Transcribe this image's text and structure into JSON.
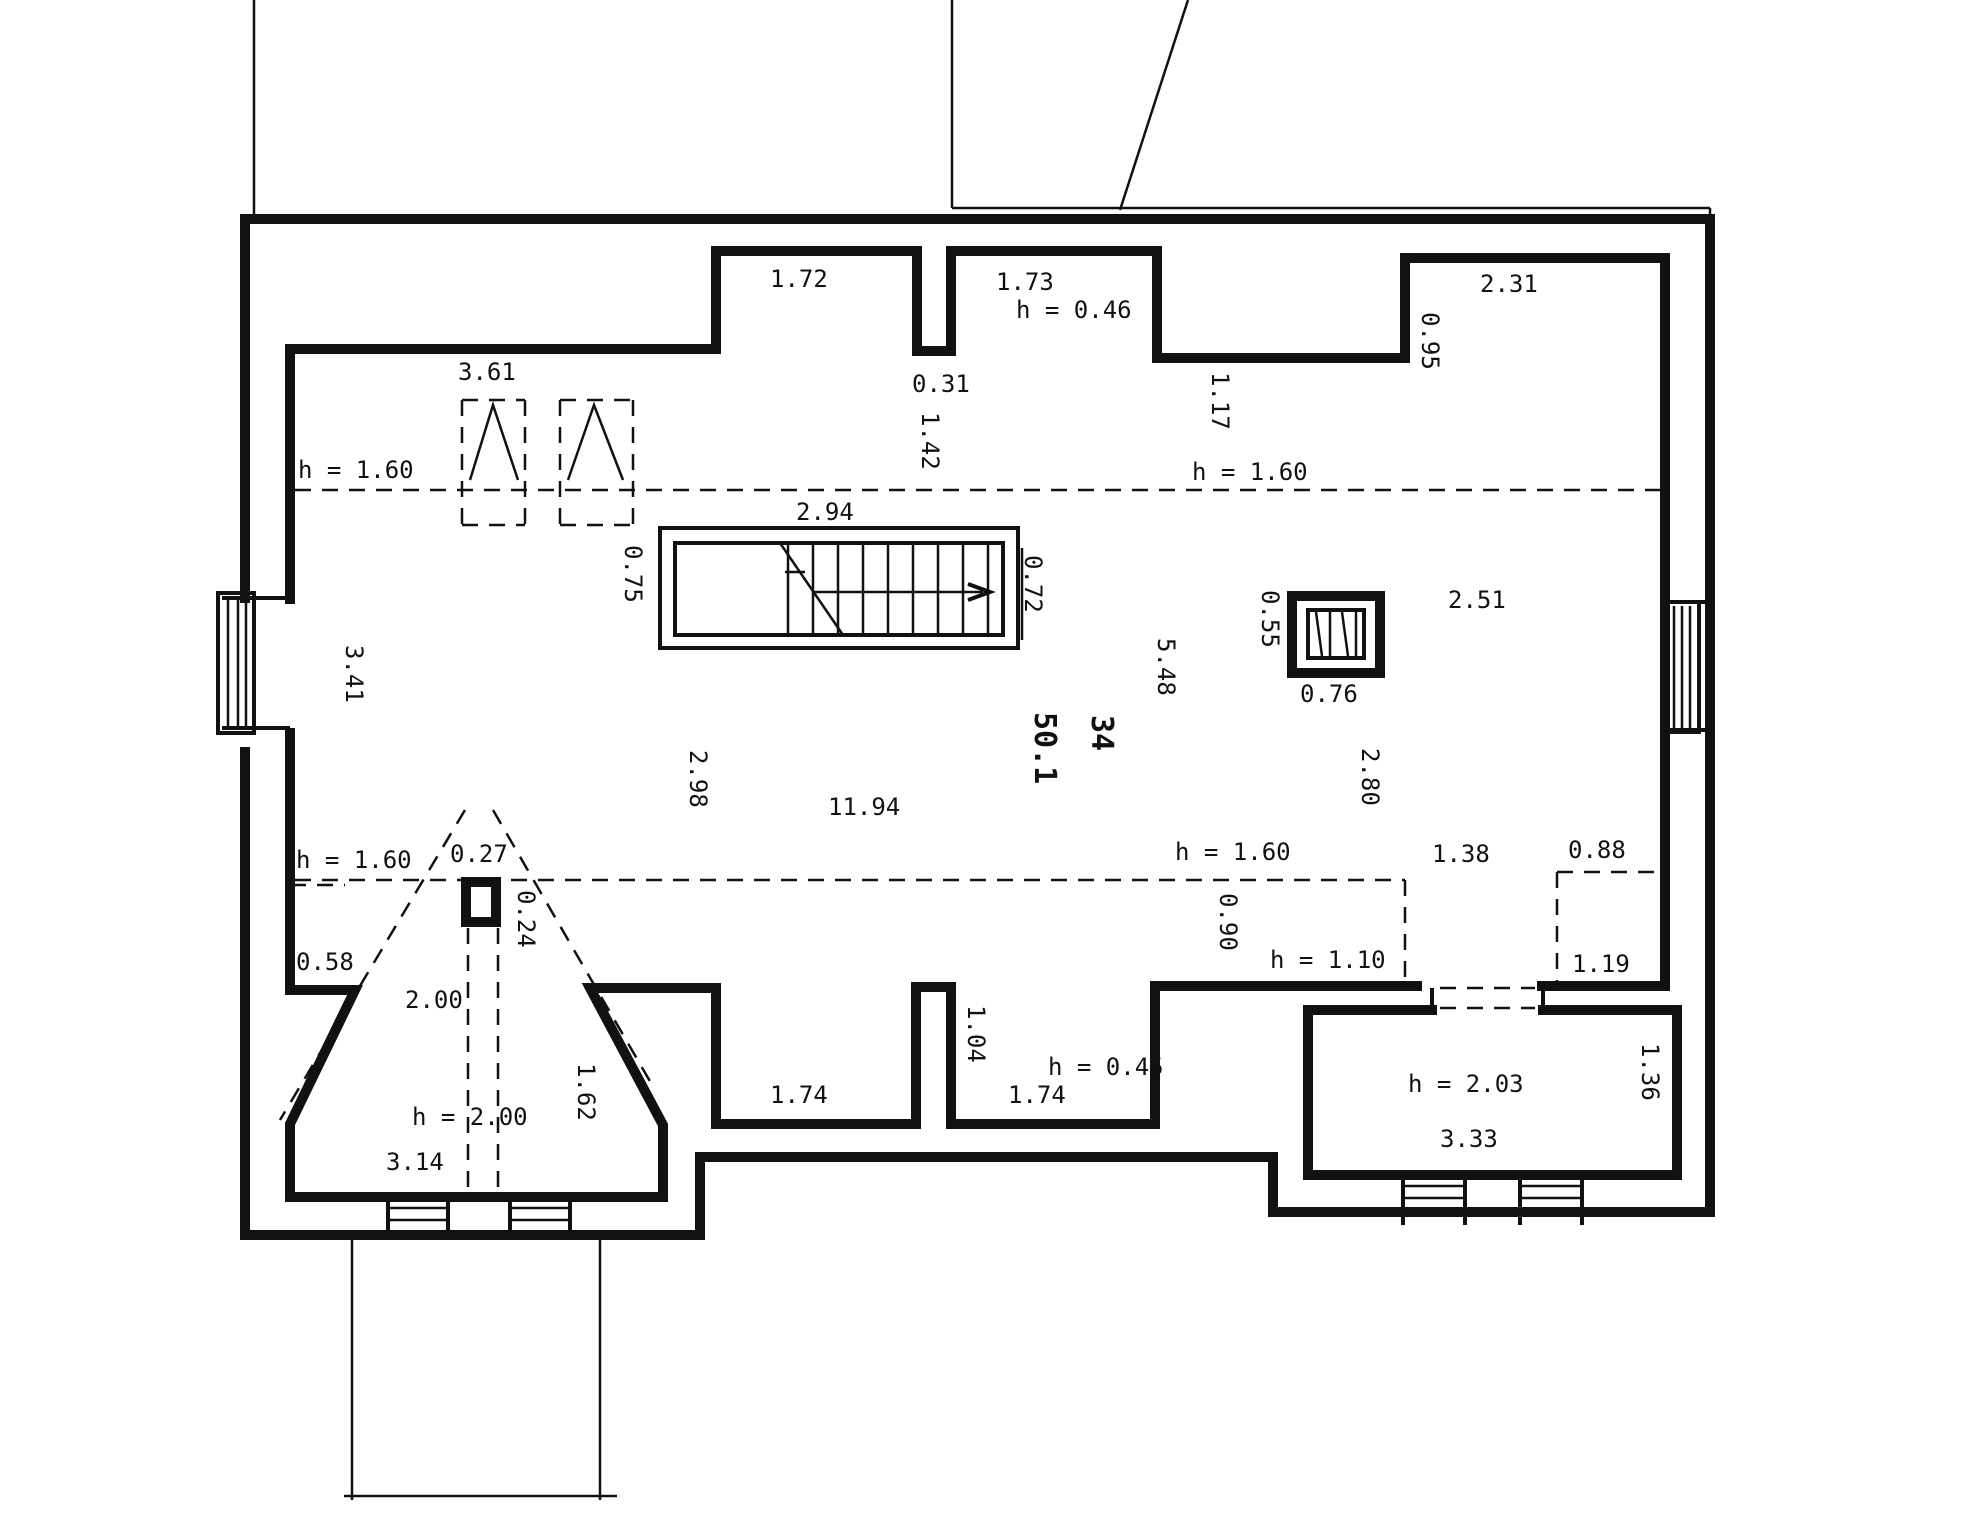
{
  "plan": {
    "room_number": "34",
    "room_code": "50.1",
    "total_area": "11.94",
    "room_length": "5.48",
    "room_depth": "3.41",
    "heights": {
      "eaves_top_left": "h = 1.60",
      "eaves_top_right": "h = 1.60",
      "eaves_bottom_left": "h = 1.60",
      "eaves_bottom_right": "h = 1.60",
      "dormer_top": "h = 0.46",
      "dormer_bottom": "h = 0.45",
      "bath": "h = 1.10",
      "gable_room": "h = 2.03",
      "bay": "h = 2.00"
    },
    "dimensions": {
      "dormer_1_width": "1.72",
      "dormer_2_width": "1.73",
      "dormer_3_width": "2.31",
      "dormer_3_depth": "0.95",
      "pier_width": "0.31",
      "pier_offset": "1.42",
      "dormer_2_offset": "1.17",
      "skylights_width": "3.61",
      "stair_length": "2.94",
      "stair_width": "0.72",
      "stair_landing": "0.75",
      "chimney_width": "0.76",
      "chimney_depth": "0.55",
      "right_area": "2.51",
      "left_area": "2.98",
      "right_depth": "2.80",
      "bay_post": "0.27",
      "bay_post_depth": "0.24",
      "bay_offset": "0.58",
      "bay_width": "2.00",
      "bay_side": "1.62",
      "bay_front": "3.14",
      "dormer_4_width": "1.74",
      "dormer_5_width": "1.74",
      "dormer_5_depth": "1.04",
      "bath_depth": "0.90",
      "bath_width": "1.38",
      "bath_right": "0.88",
      "bath_jamb": "1.19",
      "gable_width": "3.33",
      "gable_depth": "1.36"
    }
  }
}
